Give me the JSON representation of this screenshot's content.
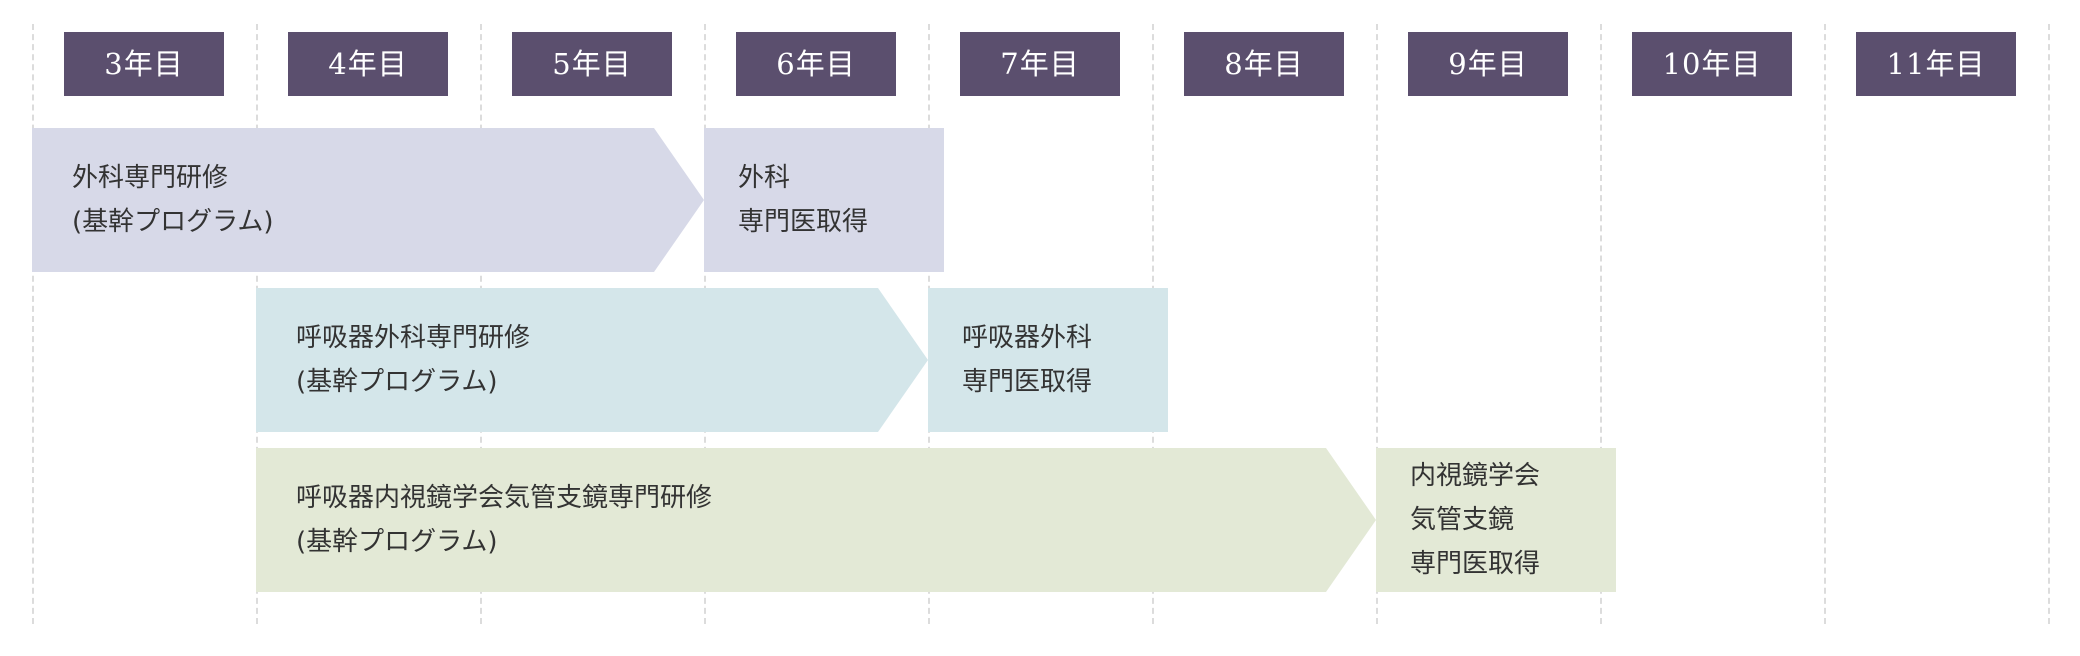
{
  "colors": {
    "year_header_bg": "#5b4f6e",
    "surgery_bar": "#d7d9e8",
    "thoracic_bar": "#d4e6ea",
    "endoscopy_bar": "#e3e9d6",
    "text": "#333333",
    "grid_line": "#dcdcdc"
  },
  "years": [
    "3年目",
    "4年目",
    "5年目",
    "6年目",
    "7年目",
    "8年目",
    "9年目",
    "10年目",
    "11年目"
  ],
  "tracks": [
    {
      "training": {
        "lines": [
          "外科専門研修",
          "(基幹プログラム)"
        ]
      },
      "certification": {
        "lines": [
          "外科",
          "専門医取得"
        ]
      },
      "start_year_index": 0,
      "end_year_index": 3
    },
    {
      "training": {
        "lines": [
          "呼吸器外科専門研修",
          "(基幹プログラム)"
        ]
      },
      "certification": {
        "lines": [
          "呼吸器外科",
          "専門医取得"
        ]
      },
      "start_year_index": 1,
      "end_year_index": 4
    },
    {
      "training": {
        "lines": [
          "呼吸器内視鏡学会気管支鏡専門研修",
          "(基幹プログラム)"
        ]
      },
      "certification": {
        "lines": [
          "内視鏡学会",
          "気管支鏡",
          "専門医取得"
        ]
      },
      "start_year_index": 1,
      "end_year_index": 6
    }
  ]
}
